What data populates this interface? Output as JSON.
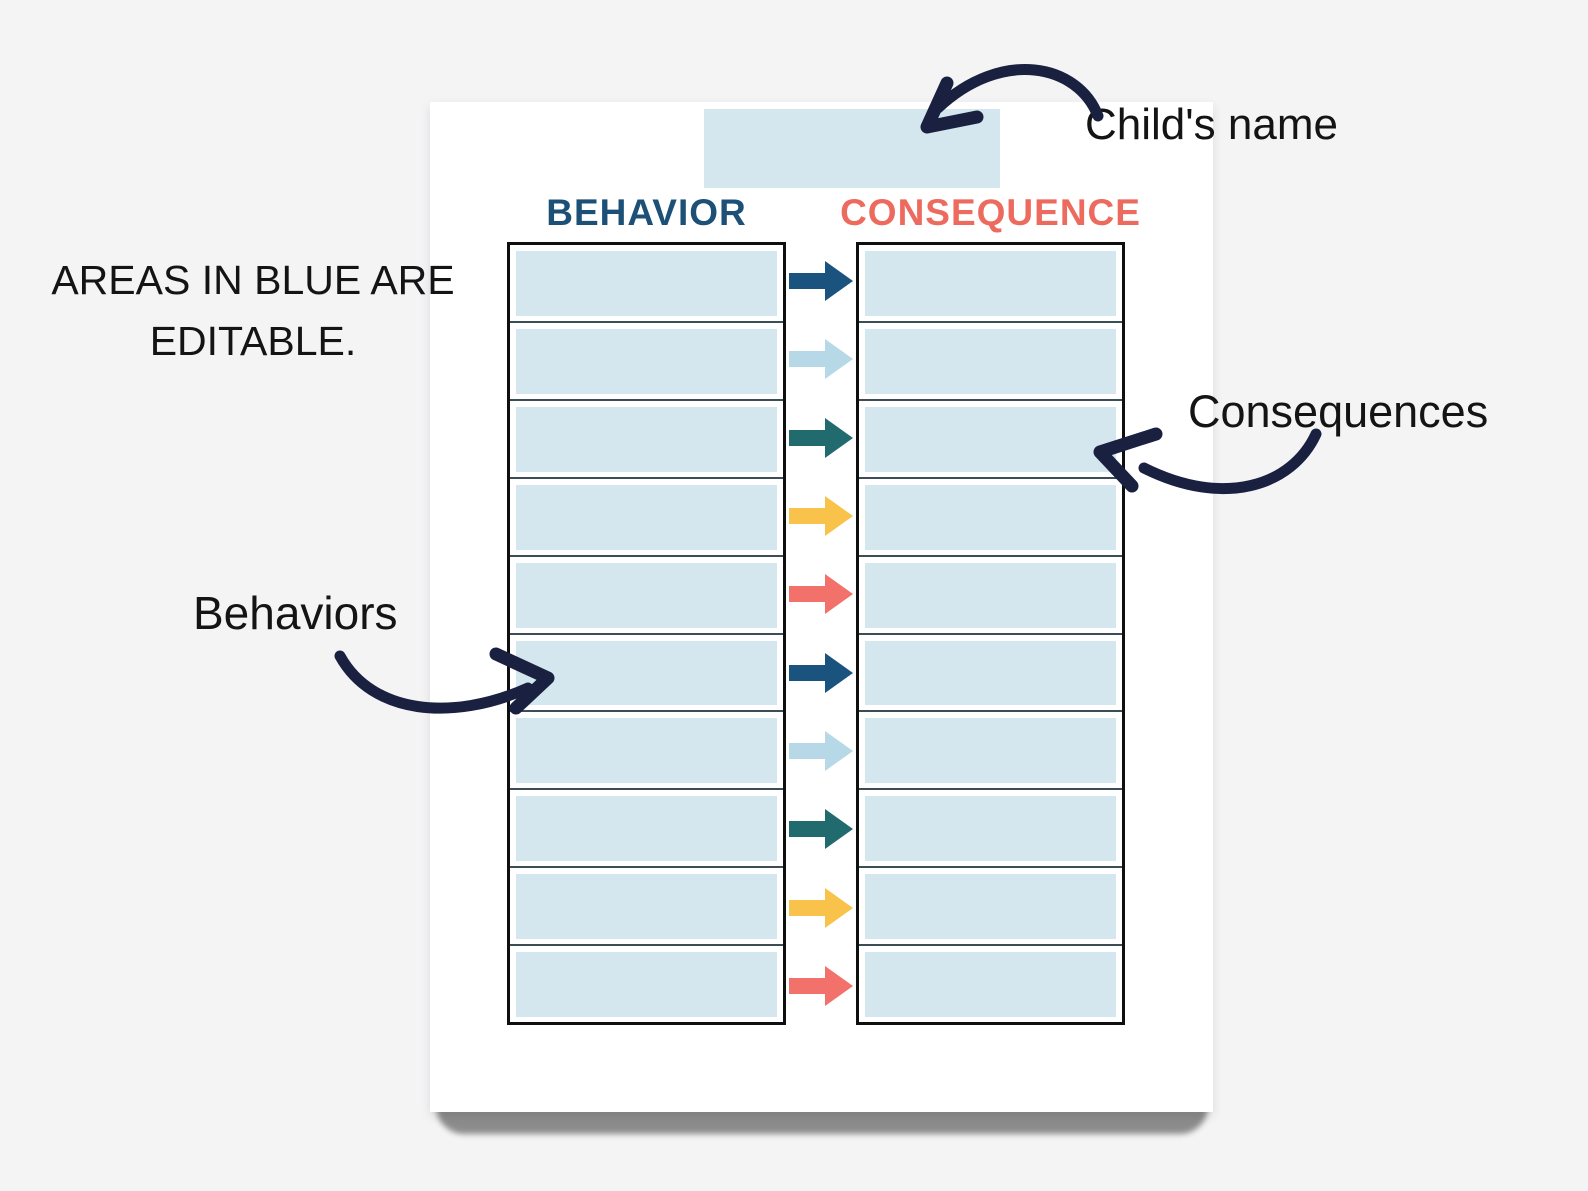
{
  "annotations": {
    "childs_name_label": "Child's name",
    "editable_note_line1": "AREAS IN BLUE ARE",
    "editable_note_line2": "EDITABLE.",
    "behaviors_label": "Behaviors",
    "consequences_label": "Consequences"
  },
  "worksheet": {
    "behavior_header": "BEHAVIOR",
    "consequence_header": "CONSEQUENCE",
    "child_name_value": "",
    "row_count": 10,
    "behavior_cells": [
      "",
      "",
      "",
      "",
      "",
      "",
      "",
      "",
      "",
      ""
    ],
    "consequence_cells": [
      "",
      "",
      "",
      "",
      "",
      "",
      "",
      "",
      "",
      ""
    ],
    "arrow_color_cycle": [
      "#1b537f",
      "#b7d8e7",
      "#216a6d",
      "#f9c24b",
      "#f2716b"
    ]
  },
  "colors": {
    "page_background": "#f4f4f5",
    "paper": "#ffffff",
    "editable_field": "#d4e6ee",
    "behavior_header_color": "#1d5077",
    "consequence_header_color": "#ed6a5f",
    "annotation_arrow": "#1a2040",
    "annotation_text": "#141414",
    "table_border": "#0f0f0f",
    "row_divider": "#3d4d55",
    "paper_shadow": "#8c8c8c"
  }
}
